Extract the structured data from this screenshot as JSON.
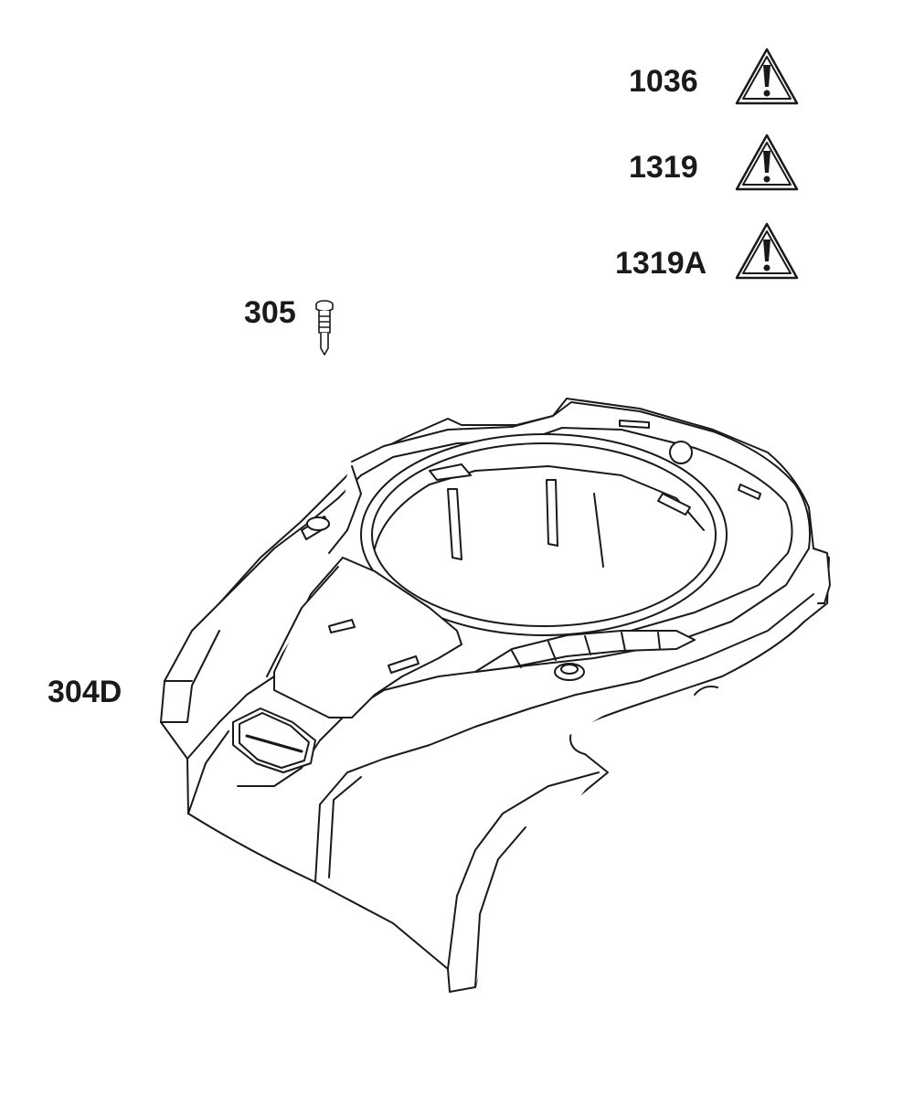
{
  "callouts": {
    "part_1036": "1036",
    "part_1319": "1319",
    "part_1319a": "1319A",
    "part_305": "305",
    "part_304d": "304D"
  },
  "icons": {
    "warning": "warning-triangle-icon",
    "screw": "screw-icon",
    "housing": "blower-housing-drawing"
  },
  "colors": {
    "line": "#1a1a1a",
    "fill": "#ffffff"
  }
}
